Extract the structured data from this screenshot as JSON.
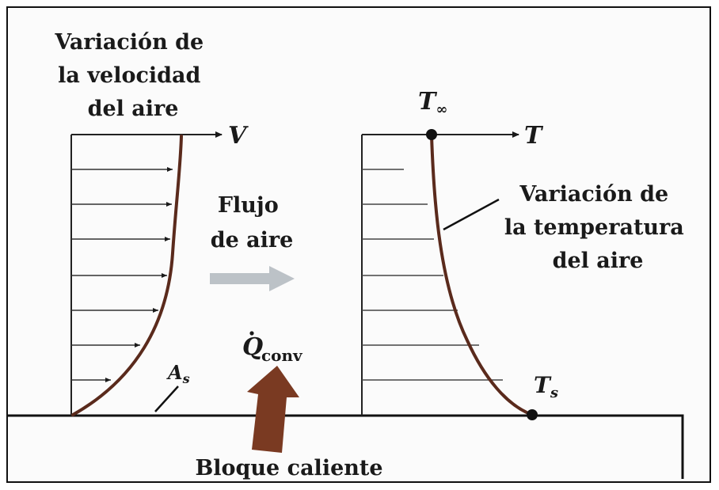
{
  "labels": {
    "velocity_variation": [
      "Variación de",
      "la velocidad",
      "del aire"
    ],
    "velocity_symbol": "V",
    "t_inf": "T",
    "t_inf_sub": "∞",
    "temp_axis": "T",
    "temp_variation": [
      "Variación de",
      "la temperatura",
      "del aire"
    ],
    "flow": [
      "Flujo",
      "de aire"
    ],
    "q_conv": "Q",
    "q_conv_sub": "conv",
    "area": "A",
    "area_sub": "s",
    "ts": "T",
    "ts_sub": "s",
    "block": "Bloque caliente"
  },
  "colors": {
    "curve": "#5a2a1c",
    "arrow": "#7a3a22",
    "flow_arrow": "#9aa3ab",
    "ink": "#1a1a1a"
  }
}
